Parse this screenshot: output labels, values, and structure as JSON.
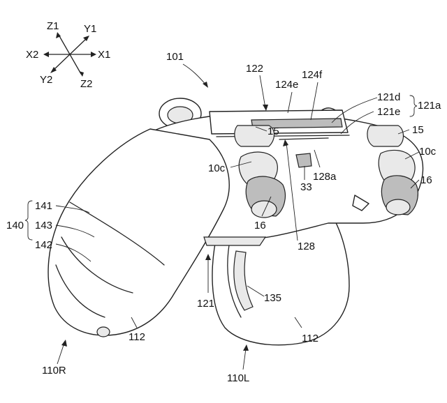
{
  "axes": {
    "z1": "Z1",
    "y1": "Y1",
    "x2": "X2",
    "x1": "X1",
    "y2": "Y2",
    "z2": "Z2"
  },
  "labels": {
    "l101": "101",
    "l122": "122",
    "l124f": "124f",
    "l124e": "124e",
    "l121d": "121d",
    "l121e": "121e",
    "l121a": "121a",
    "l15_left": "15",
    "l15_right": "15",
    "l10c_left": "10c",
    "l10c_right": "10c",
    "l16_left": "16",
    "l16_right": "16",
    "l128a": "128a",
    "l33": "33",
    "l128": "128",
    "l140": "140",
    "l141": "141",
    "l143": "143",
    "l142": "142",
    "l121": "121",
    "l135": "135",
    "l112_left": "112",
    "l112_right": "112",
    "l110r": "110R",
    "l110l": "110L"
  }
}
